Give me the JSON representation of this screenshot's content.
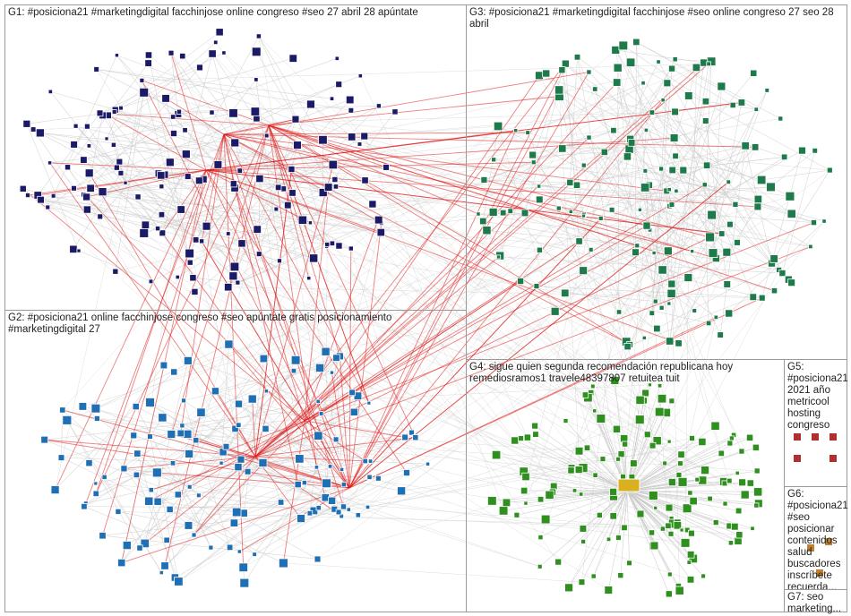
{
  "groups": [
    {
      "id": "G1",
      "title": "G1: #posiciona21 #marketingdigital facchinjose online congreso #seo 27 abril 28 apúntate",
      "node_color": "#1a1a66"
    },
    {
      "id": "G2",
      "title": "G2: #posiciona21 online facchinjose congreso #seo apúntate gratis posicionamiento #marketingdigital 27",
      "node_color": "#1f6fb4"
    },
    {
      "id": "G3",
      "title": "G3: #posiciona21 #marketingdigital facchinjose #seo online congreso 27 seo 28 abril",
      "node_color": "#1e7a4a"
    },
    {
      "id": "G4",
      "title": "G4: sigue quien segunda recomendación republicana hoy remediosramos1 travele48397807 retuitea tuit",
      "node_color": "#2f8f1f"
    },
    {
      "id": "G5",
      "title": "G5: #posiciona21 2021 año metricool hosting congreso",
      "node_color": "#b03030"
    },
    {
      "id": "G6",
      "title": "G6: #posiciona21 #seo posicionar contenidos salud buscadores inscríbete recuerda...",
      "node_color": "#c08030"
    },
    {
      "id": "G7",
      "title": "G7: seo marketing...",
      "node_color": "#555555"
    }
  ],
  "edge_colors": {
    "internal": "#c8c8c8",
    "cross": "#e01818"
  }
}
